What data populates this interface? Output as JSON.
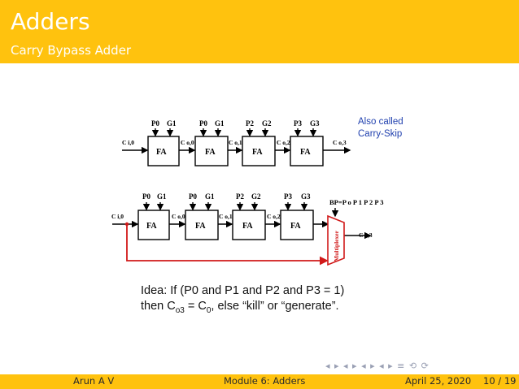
{
  "header": {
    "title": "Adders",
    "subtitle": "Carry Bypass Adder"
  },
  "diagram_top": {
    "inputs": [
      {
        "p": "P0",
        "g": "G1"
      },
      {
        "p": "P0",
        "g": "G1"
      },
      {
        "p": "P2",
        "g": "G2"
      },
      {
        "p": "P3",
        "g": "G3"
      }
    ],
    "carry_labels": [
      "C i,0",
      "C o,0",
      "C o,1",
      "C o,2",
      "C o,3"
    ],
    "fa_label": "FA",
    "note_line1": "Also called",
    "note_line2": "Carry-Skip",
    "note_color": "#1f3fae"
  },
  "diagram_bottom": {
    "inputs": [
      {
        "p": "P0",
        "g": "G1"
      },
      {
        "p": "P0",
        "g": "G1"
      },
      {
        "p": "P2",
        "g": "G2"
      },
      {
        "p": "P3",
        "g": "G3"
      }
    ],
    "carry_labels": [
      "C i,0",
      "C o,0",
      "C o,1",
      "C o,2",
      "C o,3"
    ],
    "fa_label": "FA",
    "bp_label": "BP=P o P 1 P 2 P 3",
    "mux_label": "Multiplexer",
    "bypass_color": "#d11a1a"
  },
  "idea": {
    "line1": "Idea: If (P0 and P1 and P2 and P3 = 1)",
    "line2_prefix": "then C",
    "line2_sub": "o3",
    "line2_mid": " = C",
    "line2_sub2": "0",
    "line2_suffix": ", else “kill” or “generate”."
  },
  "footer": {
    "author": "Arun A V",
    "module": "Module 6: Adders",
    "date": "April 25, 2020",
    "page": "10 / 19"
  },
  "nav": {
    "symbols": "◂ ▸ ◂ ▸ ◂ ▸ ◂ ▸ ≡ ⟲ ⟳"
  },
  "colors": {
    "header_bg": "#ffc20e",
    "header_text": "#ffffff"
  }
}
